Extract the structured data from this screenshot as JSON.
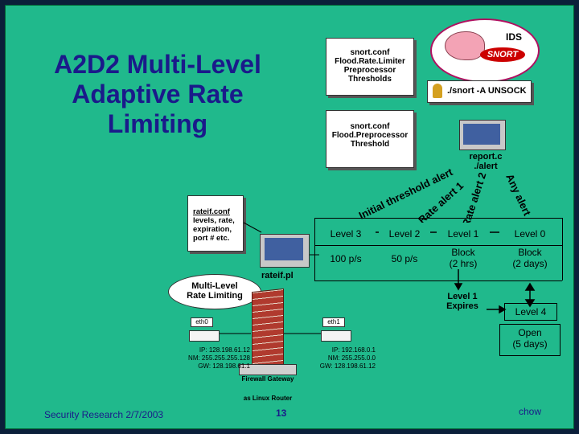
{
  "title": [
    "A2D2 Multi-Level",
    "Adaptive Rate",
    "Limiting"
  ],
  "docs": {
    "snort_rate": [
      "snort.conf",
      "Flood.Rate.Limiter",
      "Preprocessor",
      "Thresholds"
    ],
    "snort_flood": [
      "snort.conf",
      "Flood.Preprocessor",
      "Threshold"
    ],
    "rateif_conf": [
      "rateif.conf",
      "levels, rate,",
      "expiration,",
      "port # etc."
    ]
  },
  "ids": {
    "label": "IDS",
    "logo": "SNORT"
  },
  "snort_command": "./snort -A UNSOCK",
  "report": [
    "report.c",
    "./alert"
  ],
  "arc_labels": [
    "Initial threshold alert",
    "Rate alert 1",
    "Rate alert 2",
    "Any alert"
  ],
  "levels": [
    "Level 3",
    "Level 2",
    "Level 1",
    "Level 0"
  ],
  "rates": [
    "100 p/s",
    "50 p/s"
  ],
  "blocks": [
    [
      "Block",
      "(2 hrs)"
    ],
    [
      "Block",
      "(2 days)"
    ]
  ],
  "level1_expires": [
    "Level 1",
    "Expires"
  ],
  "level4": "Level 4",
  "level4_open": [
    "Open",
    "(5 days)"
  ],
  "rateif_pl": "rateif.pl",
  "multilevel": [
    "Multi-Level",
    "Rate Limiting"
  ],
  "eth0": "eth0",
  "eth1": "eth1",
  "ip_left": [
    "IP: 128.198.61.12",
    "NM: 255.255.255.128",
    "GW: 128.198.61.1"
  ],
  "ip_right": [
    "IP: 192.168.0.1",
    "NM: 255.255.0.0",
    "GW: 128.198.61.12"
  ],
  "gateway": [
    "Firewall Gateway",
    "as Linux Router"
  ],
  "footer": {
    "left": "Security Research 2/7/2003",
    "center": "13",
    "right": "chow"
  }
}
